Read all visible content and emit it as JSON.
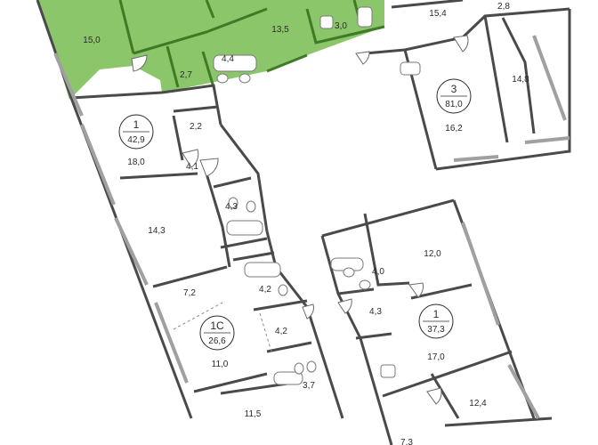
{
  "colors": {
    "highlight": "#8cc66a",
    "highlight_wall": "#4f8f2d",
    "wall": "#4a4a4a",
    "window": "#9a9a9a"
  },
  "apartments": [
    {
      "id": "apt-top",
      "rooms": "",
      "total": "",
      "highlighted": true,
      "room_areas": [
        "15,0",
        "13,5",
        "4,4",
        "2,7",
        "3,0"
      ]
    },
    {
      "id": "apt-1-42",
      "rooms": "1",
      "total": "42,9",
      "highlighted": false,
      "room_areas": [
        "18,0",
        "2,2",
        "4,1",
        "4,3",
        "14,3"
      ]
    },
    {
      "id": "apt-3-81",
      "rooms": "3",
      "total": "81,0",
      "highlighted": false,
      "room_areas": [
        "15,4",
        "2,8",
        "14,8",
        "16,2"
      ]
    },
    {
      "id": "apt-1c-26",
      "rooms": "1С",
      "total": "26,6",
      "highlighted": false,
      "room_areas": [
        "7,2",
        "4,2",
        "4,2",
        "11,0",
        "3,7",
        "11,5"
      ]
    },
    {
      "id": "apt-1-37",
      "rooms": "1",
      "total": "37,3",
      "highlighted": false,
      "room_areas": [
        "12,0",
        "4,0",
        "4,3",
        "17,0",
        "12,4",
        "7,3"
      ]
    }
  ]
}
